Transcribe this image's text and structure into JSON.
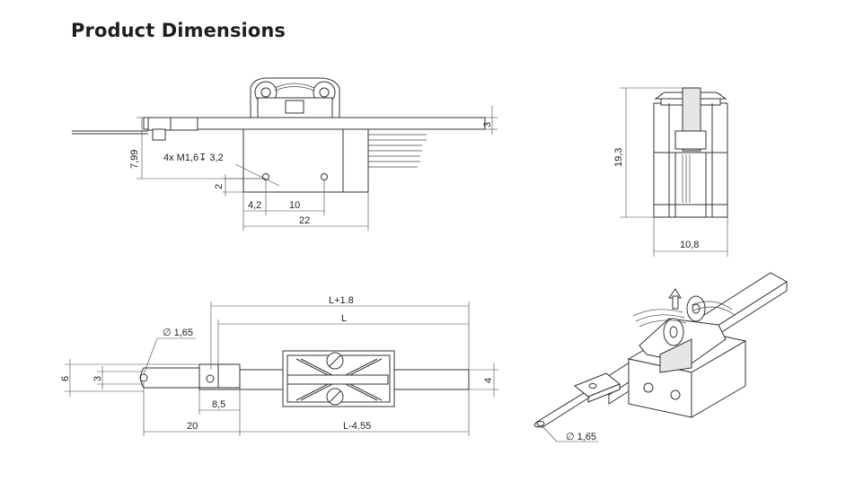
{
  "header": {
    "title": "Product Dimensions"
  },
  "views": {
    "side": {
      "hole_callout": "4x M1,6↧ 3,2",
      "dim_height_left": "7,99",
      "dim_top_right": "3",
      "dim_hole_offset_v": "2",
      "dim_hole_offset_h": "4,2",
      "dim_hole_pitch": "10",
      "dim_body_length": "22"
    },
    "end": {
      "dim_height": "19,3",
      "dim_width": "10,8"
    },
    "top": {
      "dim_overall_length": "L+1.8",
      "dim_length": "L",
      "dim_hole_dia": "∅ 1,65",
      "dim_tab_height": "6",
      "dim_tab_inner": "3",
      "dim_rail_width": "4",
      "dim_tab_offset": "8,5",
      "dim_tab_length": "20",
      "dim_rail_length": "L-4.55"
    },
    "iso": {
      "dim_hole_dia": "∅ 1,65"
    }
  }
}
